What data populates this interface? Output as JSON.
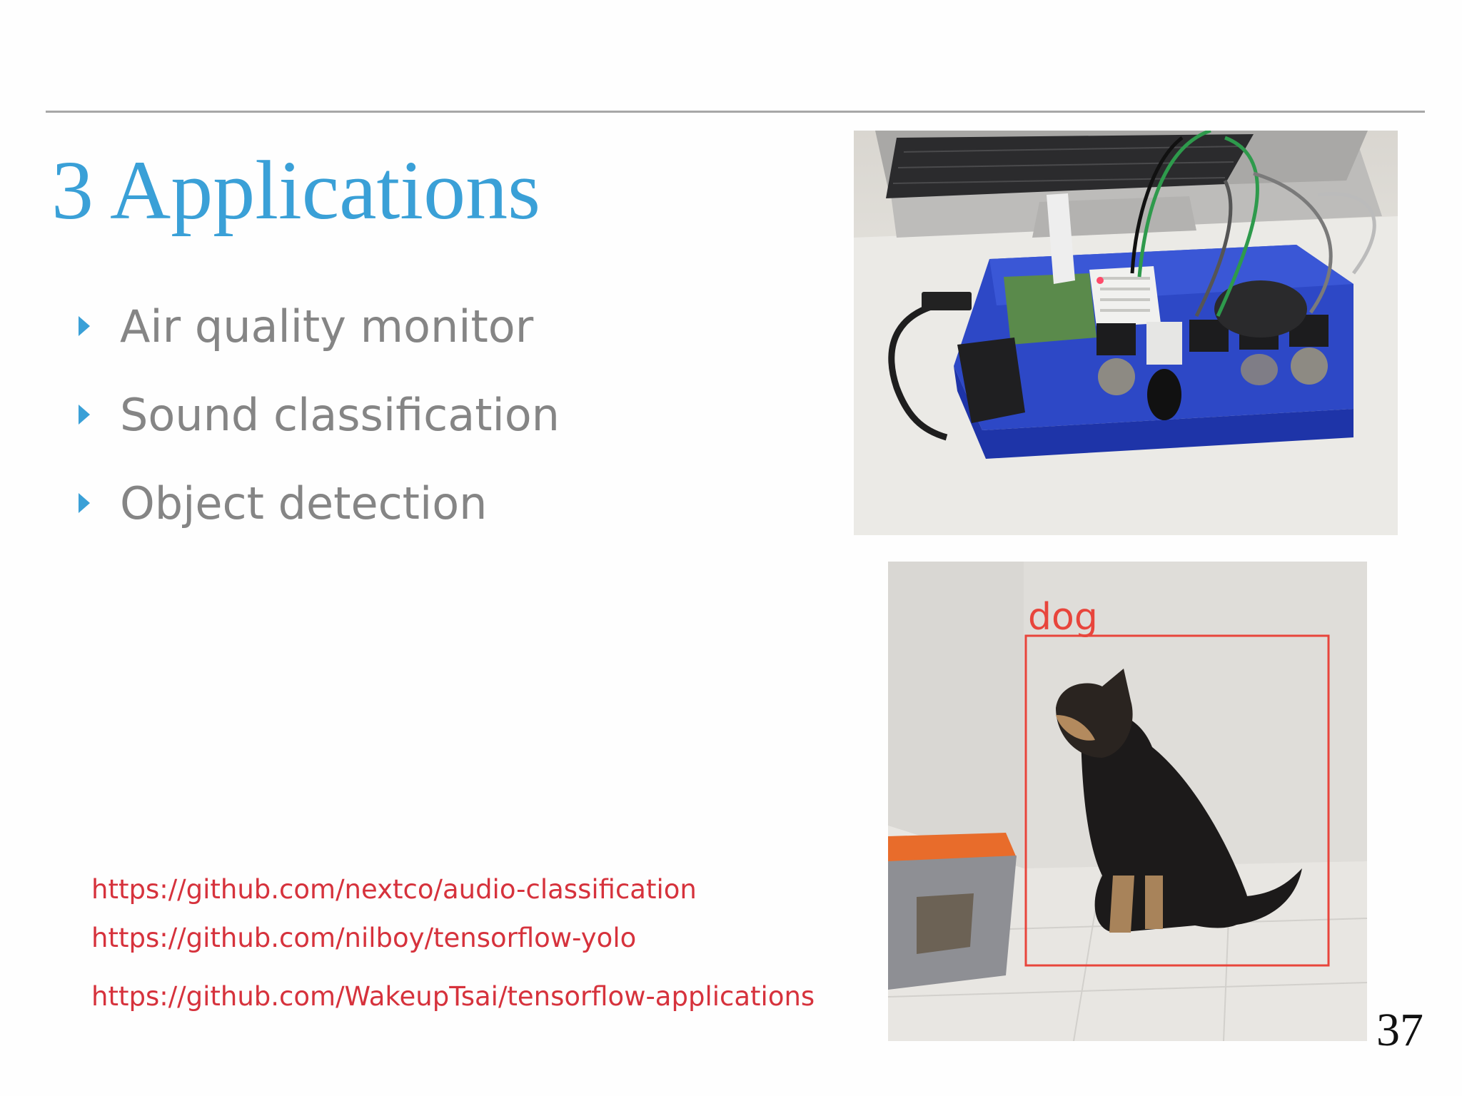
{
  "slide": {
    "title": "3 Applications",
    "bullets": [
      {
        "label": "Air quality monitor"
      },
      {
        "label": "Sound classification"
      },
      {
        "label": "Object detection"
      }
    ],
    "links": [
      {
        "url": "https://github.com/nextco/audio-classification"
      },
      {
        "url": "https://github.com/nilboy/tensorflow-yolo"
      },
      {
        "url": "https://github.com/WakeupTsai/tensorflow-applications"
      }
    ],
    "detection_label": "dog",
    "page_number": "37"
  },
  "colors": {
    "title": "#3aa0d7",
    "bullet_arrow": "#3aa0d7",
    "bullet_text": "#858585",
    "link": "#d6323c",
    "detection_box": "#e8453c",
    "rule": "#a7a7a7"
  },
  "icons": {
    "bullet": "triangle-right-icon"
  }
}
